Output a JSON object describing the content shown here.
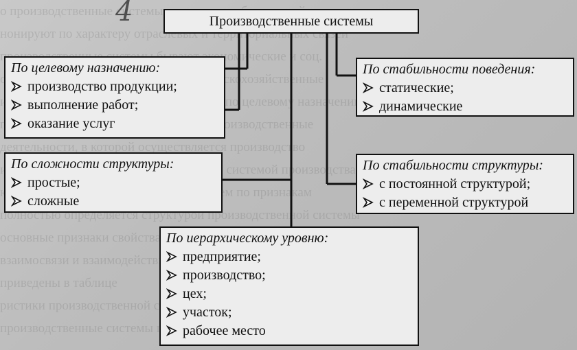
{
  "diagram": {
    "root": {
      "label": "Производственные системы"
    },
    "handwritten_note": "4",
    "groups": {
      "purpose": {
        "heading": "По целевому назначению:",
        "items": [
          "производство продукции;",
          "выполнение работ;",
          "оказание услуг"
        ]
      },
      "complexity": {
        "heading": "По сложности структуры:",
        "items": [
          "простые;",
          "сложные"
        ]
      },
      "behavior": {
        "heading": "По стабильности поведения:",
        "items": [
          "статические;",
          "динамические"
        ]
      },
      "structure": {
        "heading": "По стабильности структуры:",
        "items": [
          "с постоянной структурой;",
          "с переменной структурой"
        ]
      },
      "hierarchy": {
        "heading": "По иерархическому уровню:",
        "items": [
          "предприятие;",
          "производство;",
          "цех;",
          "участок;",
          "рабочее место"
        ]
      }
    }
  }
}
